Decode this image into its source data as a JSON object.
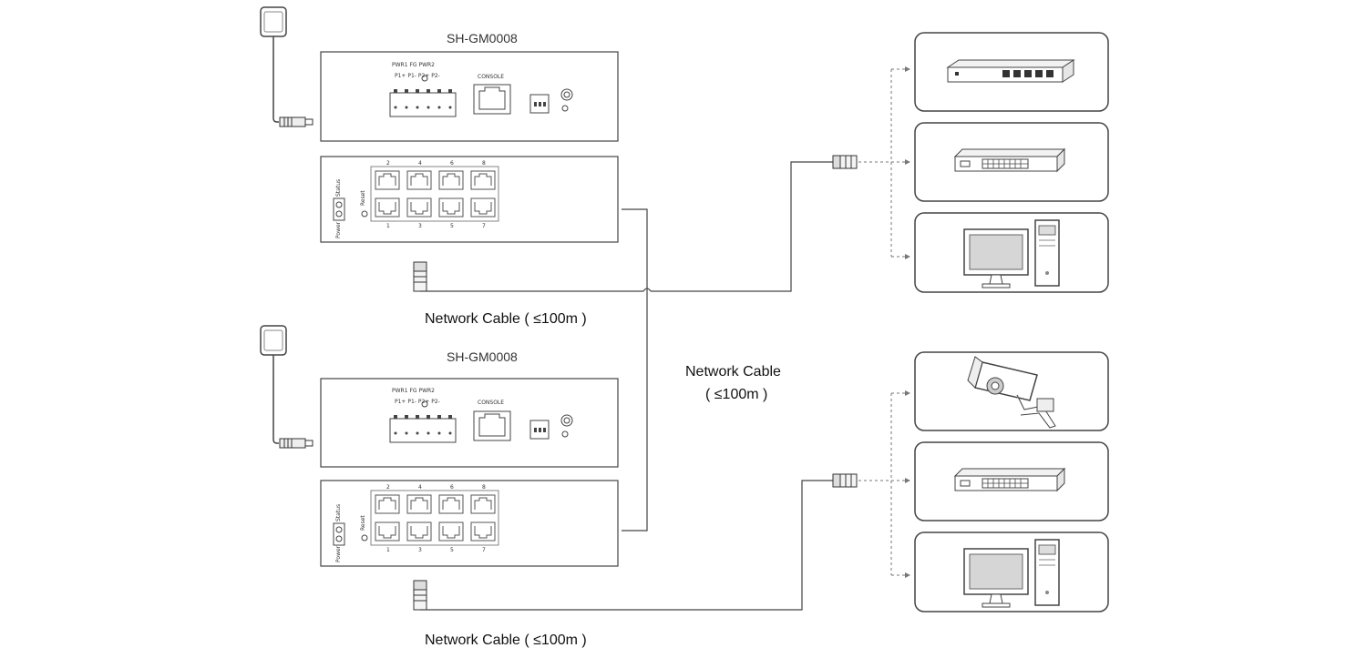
{
  "diagram": {
    "switches": [
      {
        "model": "SH-GM0008",
        "top_panel": {
          "power_label": "PWR1 FG PWR2",
          "polarity_label": "P1+ P1-   P2+ P2-",
          "console_label": "CONSOLE"
        },
        "front_panel": {
          "status_label": "Status",
          "reset_label": "Reset",
          "power_label": "Power",
          "top_port_numbers": [
            "2",
            "4",
            "6",
            "8"
          ],
          "bottom_port_numbers": [
            "1",
            "3",
            "5",
            "7"
          ]
        },
        "uplink_cable_label": "Network Cable ( ≤100m )"
      },
      {
        "model": "SH-GM0008",
        "top_panel": {
          "power_label": "PWR1 FG PWR2",
          "polarity_label": "P1+ P1-   P2+ P2-",
          "console_label": "CONSOLE"
        },
        "front_panel": {
          "status_label": "Status",
          "reset_label": "Reset",
          "power_label": "Power",
          "top_port_numbers": [
            "2",
            "4",
            "6",
            "8"
          ],
          "bottom_port_numbers": [
            "1",
            "3",
            "5",
            "7"
          ]
        },
        "uplink_cable_label": "Network Cable ( ≤100m )"
      }
    ],
    "interconnect_label_line1": "Network Cable",
    "interconnect_label_line2": "( ≤100m )",
    "devices_group_1": [
      "router-icon",
      "switch-icon",
      "computer-icon"
    ],
    "devices_group_2": [
      "ip-camera-icon",
      "switch-icon",
      "computer-icon"
    ],
    "colors": {
      "line": "#555555",
      "box": "#444444",
      "dash": "#777777"
    }
  }
}
